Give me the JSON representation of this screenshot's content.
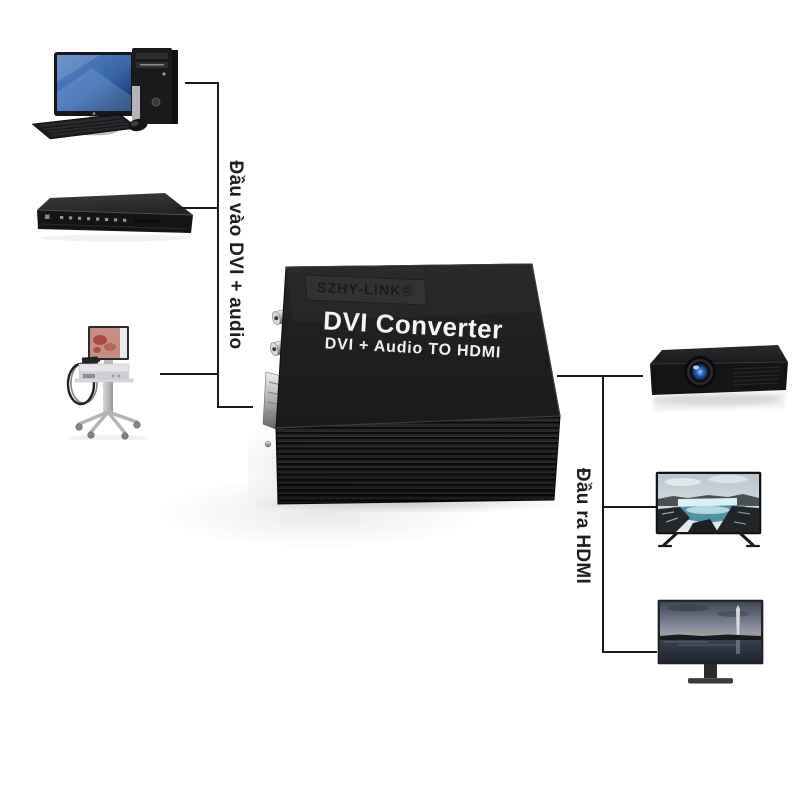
{
  "converter": {
    "brand": "SZHY-LINK®",
    "title": "DVI Converter",
    "subtitle": "DVI + Audio TO HDMI"
  },
  "labels": {
    "input": "Đầu vào DVI + audio",
    "output": "Đầu ra HDMI"
  },
  "devices": {
    "inputs": [
      {
        "name": "desktop-computer"
      },
      {
        "name": "dvd-player"
      },
      {
        "name": "endoscopy-cart"
      }
    ],
    "outputs": [
      {
        "name": "projector"
      },
      {
        "name": "led-tv"
      },
      {
        "name": "desktop-monitor"
      }
    ]
  },
  "colors": {
    "background": "#ffffff",
    "line": "#1a1a1a",
    "label_text": "#1f1f1f",
    "device_body": "#1c1c1e",
    "device_text": "#f4f4f4",
    "pc_screen_blue": "#4272b8",
    "lens_glow_blue": "#8ec8ff"
  }
}
